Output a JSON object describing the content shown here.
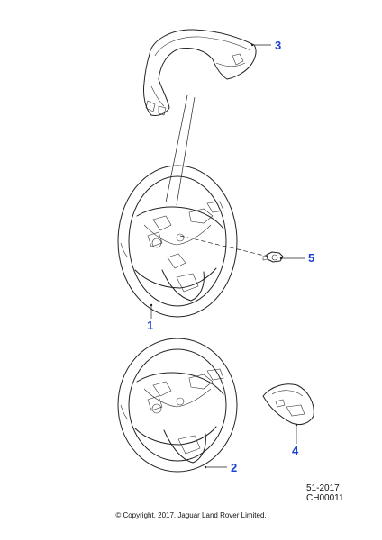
{
  "callouts": [
    {
      "id": "1",
      "label": "1"
    },
    {
      "id": "2",
      "label": "2"
    },
    {
      "id": "3",
      "label": "3"
    },
    {
      "id": "4",
      "label": "4"
    },
    {
      "id": "5",
      "label": "5"
    }
  ],
  "reference": {
    "line1": "51-2017",
    "line2": "CH00011"
  },
  "copyright": "© Copyright, 2017. Jaguar Land Rover Limited.",
  "colors": {
    "callout": "#1a3fd6",
    "line": "#222222"
  }
}
